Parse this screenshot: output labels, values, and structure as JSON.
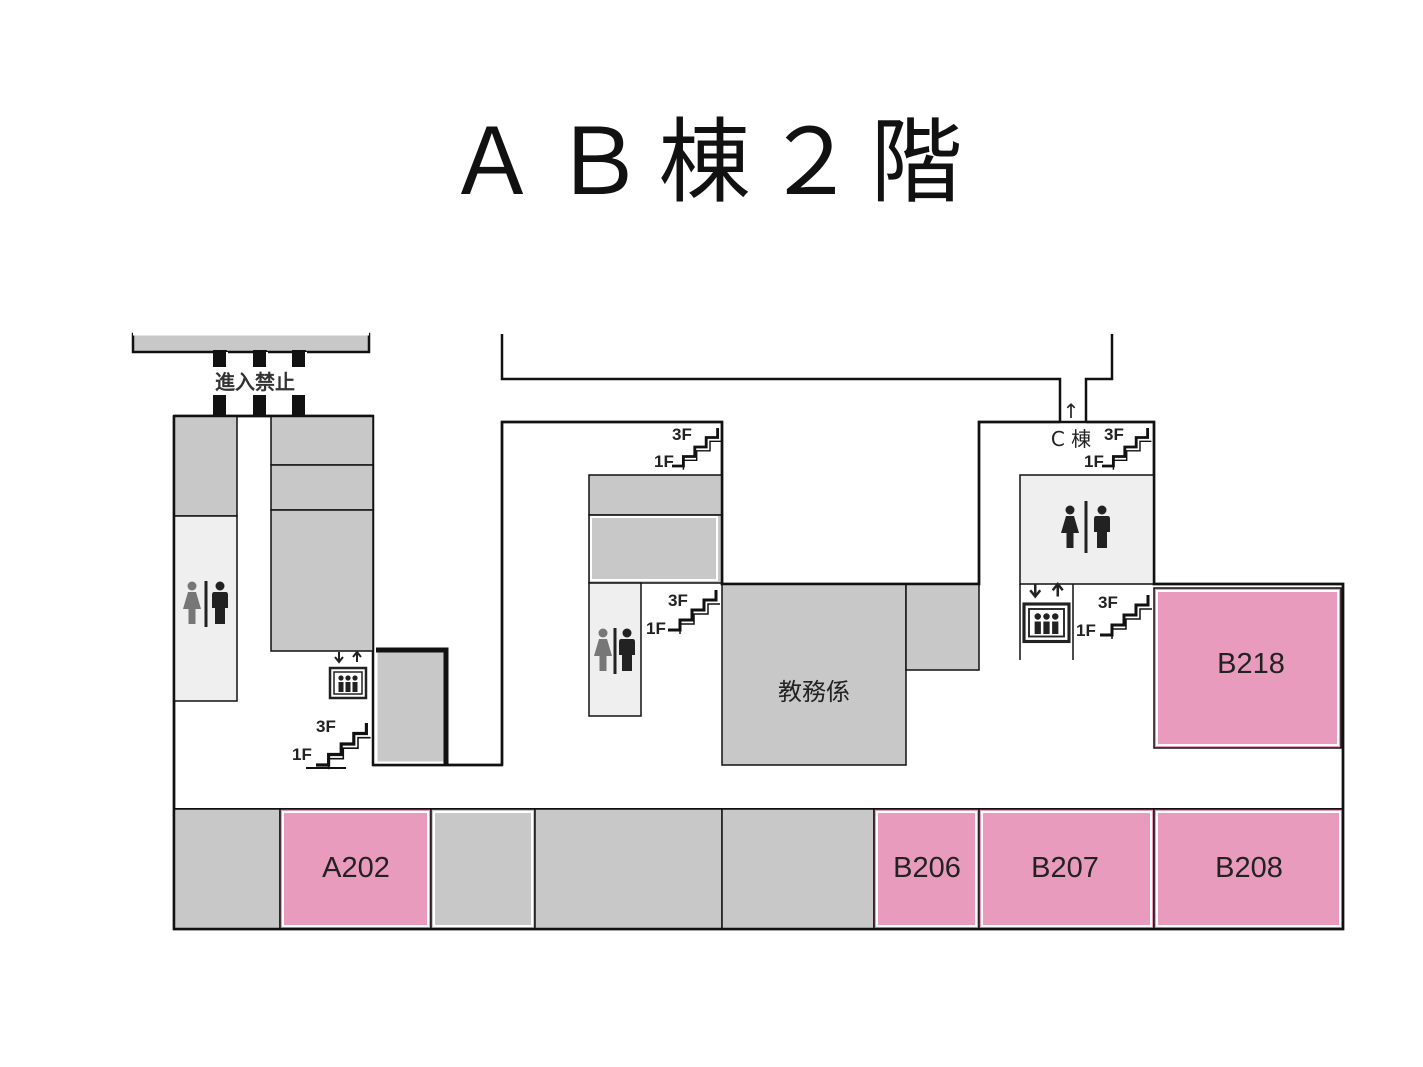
{
  "title": "ＡＢ棟２階",
  "colors": {
    "room_pink": "#e89bbd",
    "room_gray": "#c8c8c8",
    "light_gray": "#efefef",
    "wall": "#111111"
  },
  "labels": {
    "no_entry": "進入禁止",
    "academic_affairs": "教務係",
    "c_building": "C 棟",
    "arrow_up": "↑",
    "stair_upper": "3F",
    "stair_lower": "1F"
  },
  "rooms": {
    "a202": "A202",
    "b206": "B206",
    "b207": "B207",
    "b208": "B208",
    "b218": "B218"
  },
  "icons": {
    "restroom": "restroom-icon",
    "elevator": "elevator-icon",
    "stairs": "stairs-icon"
  }
}
